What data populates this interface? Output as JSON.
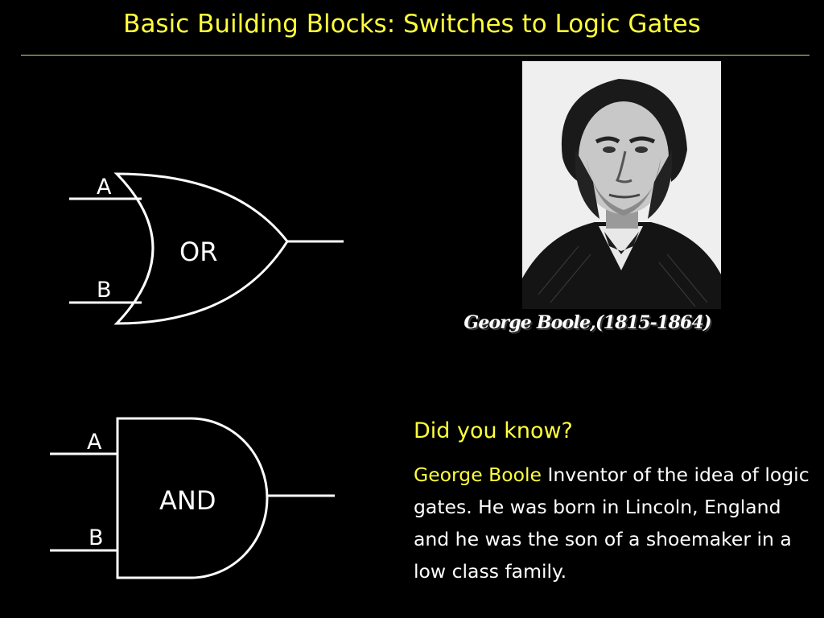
{
  "title": "Basic Building Blocks: Switches to Logic Gates",
  "or_gate": {
    "label": "OR",
    "input_a": "A",
    "input_b": "B"
  },
  "and_gate": {
    "label": "AND",
    "input_a": "A",
    "input_b": "B"
  },
  "portrait": {
    "caption": "George Boole,(1815-1864)"
  },
  "did_you_know": {
    "heading": "Did you know?",
    "name": "George Boole",
    "body": " Inventor of the idea of logic gates. He was born in Lincoln, England and he was the son of a shoemaker in a low class family."
  }
}
